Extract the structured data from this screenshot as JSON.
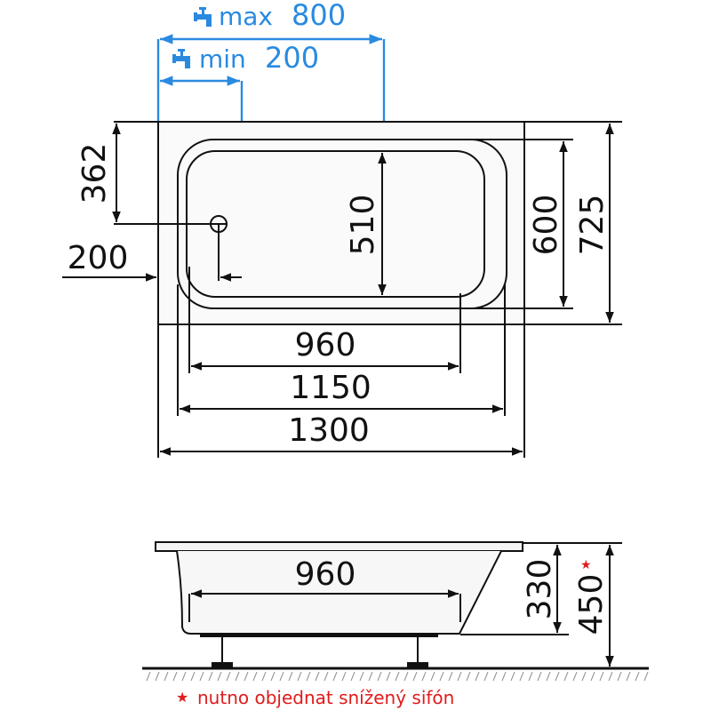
{
  "faucet": {
    "max_label": "max",
    "max_value": "800",
    "min_label": "min",
    "min_value": "200",
    "color": "#2a8ae0"
  },
  "top_view": {
    "drain_from_top": "362",
    "drain_from_side": "200",
    "inner_width": "510",
    "basin_width": "600",
    "total_width": "725",
    "bottom_length": "960",
    "basin_length": "1150",
    "total_length": "1300"
  },
  "side_view": {
    "bottom_length": "960",
    "depth": "330",
    "total_height": "450",
    "asterisk": "★"
  },
  "footnote": {
    "star": "★",
    "text": "nutno objednat snížený sifón",
    "color": "#e01b1b"
  }
}
